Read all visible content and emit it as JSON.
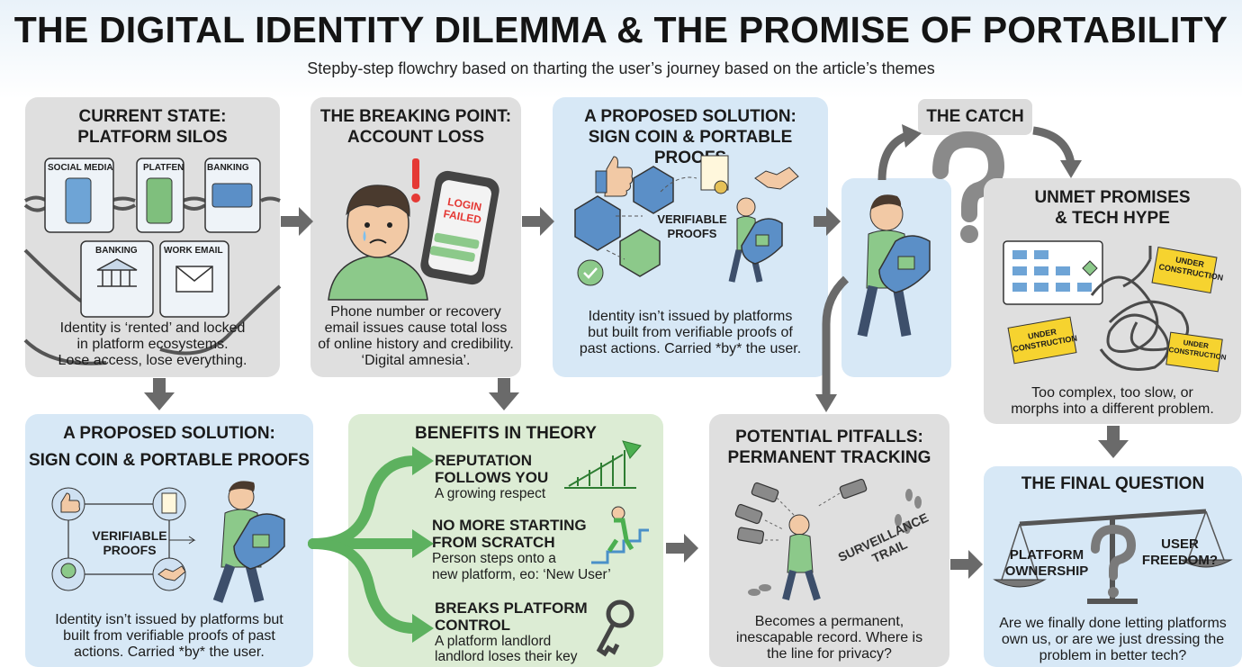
{
  "header": {
    "title": "THE DIGITAL IDENTITY DILEMMA & THE PROMISE OF PORTABILITY",
    "subtitle": "Stepby-step flowchry based on tharting the user’s journey based on the article’s themes"
  },
  "silos": {
    "title_line1": "CURRENT STATE:",
    "title_line2": "PLATFORM SILOS",
    "labels": [
      "SOCIAL MEDIA",
      "PLATFEN",
      "BANKING",
      "BANKING",
      "WORK EMAIL"
    ],
    "desc": [
      "Identity is ‘rented’ and locked",
      "in platform ecosystems.",
      "Lose access, lose everything."
    ]
  },
  "breaking": {
    "title_line1": "THE BREAKING POINT:",
    "title_line2": "ACCOUNT LOSS",
    "phone_text": [
      "LOGIN",
      "FAILED"
    ],
    "desc": [
      "Phone number or recovery",
      "email issues cause total loss",
      "of online history and credibility.",
      "‘Digital amnesia’."
    ]
  },
  "solution_top": {
    "title_line1": "A PROPOSED SOLUTION:",
    "title_line2": "SIGN COIN & PORTABLE PROOFS",
    "proofs_label": [
      "VERIFIABLE",
      "PROOFS"
    ],
    "desc": [
      "Identity isn’t issued by platforms",
      "but built from verifiable proofs of",
      "past actions. Carried *by* the user."
    ]
  },
  "catch": {
    "label": "THE CATCH"
  },
  "unmet": {
    "title_line1": "UNMET PROMISES",
    "title_line2": "& TECH HYPE",
    "signs": [
      "UNDER CONSTRUCTION",
      "UNDER CONSTRUCTION",
      "UNDER CONSTRUCTION"
    ],
    "desc": [
      "Too complex, too slow, or",
      "morphs into a different problem."
    ]
  },
  "solution_bottom": {
    "title_line1": "A PROPOSED SOLUTION:",
    "title_line2": "SIGN COIN & PORTABLE PROOFS",
    "proofs_label": [
      "VERIFIABLE",
      "PROOFS"
    ],
    "desc": [
      "Identity isn’t issued by platforms but",
      "built from verifiable proofs of past",
      "actions. Carried *by* the user."
    ]
  },
  "benefits": {
    "title": "BENEFITS IN THEORY",
    "items": [
      {
        "title": [
          "REPUTATION",
          "FOLLOWS YOU"
        ],
        "text": [
          "A growing respect"
        ]
      },
      {
        "title": [
          "NO MORE STARTING",
          "FROM SCRATCH"
        ],
        "text": [
          "Person steps onto a",
          "new platform, eo: ‘New User’"
        ]
      },
      {
        "title": [
          "BREAKS PLATFORM",
          "CONTROL"
        ],
        "text": [
          "A platform landlord",
          "landlord loses their key"
        ]
      }
    ]
  },
  "pitfalls": {
    "title_line1": "POTENTIAL PITFALLS:",
    "title_line2": "PERMANENT TRACKING",
    "trail_label": [
      "SURVEILLANCE",
      "TRAIL"
    ],
    "desc": [
      "Becomes a permanent,",
      "inescapable record. Where is",
      "the line for privacy?"
    ]
  },
  "final": {
    "title": "THE FINAL QUESTION",
    "left_label": [
      "PLATFORM",
      "OWNERSHIP"
    ],
    "right_label": [
      "USER",
      "FREEDOM?"
    ],
    "desc": [
      "Are we finally done letting platforms",
      "own us, or are we just dressing the",
      "problem in better tech?"
    ]
  },
  "colors": {
    "gray_panel": "#dfdfdf",
    "blue_panel": "#d7e8f6",
    "green_panel": "#dcecd4",
    "arrow": "#6a6a6a",
    "green_arrow": "#5db15f",
    "shirt": "#8cc98a",
    "accent_red": "#e53935"
  }
}
